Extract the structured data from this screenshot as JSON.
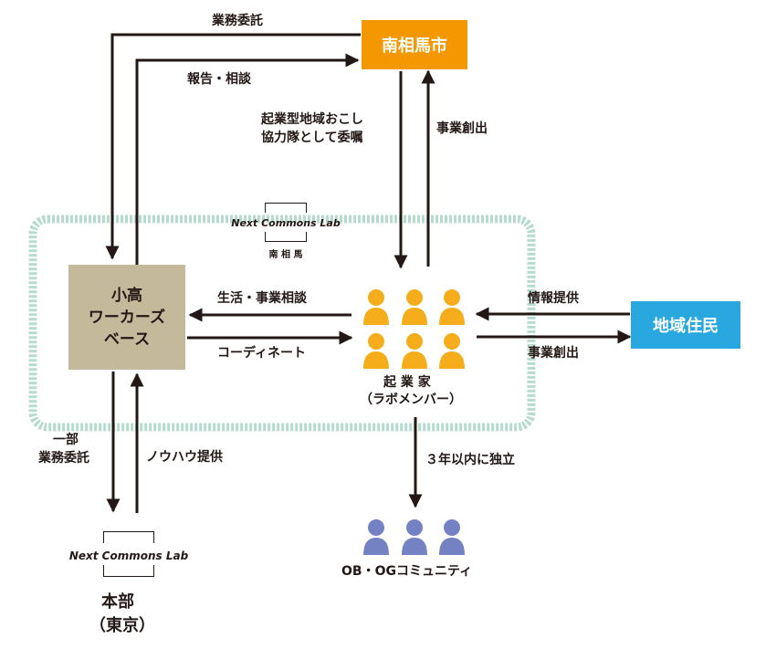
{
  "nodes": {
    "city": "南相馬市",
    "base": [
      "小高",
      "ワーカーズ",
      "ベース"
    ],
    "residents": "地域住民",
    "entrepreneurs_line1": "起 業 家",
    "entrepreneurs_line2": "（ラボメンバー）",
    "alumni": "OB・OGコミュニティ",
    "hq_line1": "本部",
    "hq_line2": "（東京）"
  },
  "logos": {
    "region_name": "Next Commons Lab",
    "region_sub": "南 相 馬",
    "hq_name": "Next Commons Lab"
  },
  "edges": {
    "outsource": "業務委託",
    "report": "報告・相談",
    "appoint_line1": "起業型地域おこし",
    "appoint_line2": "協力隊として委嘱",
    "create_business_to_city": "事業創出",
    "life_consult": "生活・事業相談",
    "coordinate": "コーディネート",
    "info_provide": "情報提供",
    "create_business_to_residents": "事業創出",
    "independence": "３年以内に独立",
    "partial_outsource_line1": "一部",
    "partial_outsource_line2": "業務委託",
    "knowhow": "ノウハウ提供"
  },
  "colors": {
    "city": "#f39800",
    "base": "#c4b99a",
    "residents": "#29a8e0",
    "person_orange": "#f6ad1b",
    "person_blue": "#7482c4",
    "dashed_region": "#b5dccf",
    "ink": "#231815"
  }
}
